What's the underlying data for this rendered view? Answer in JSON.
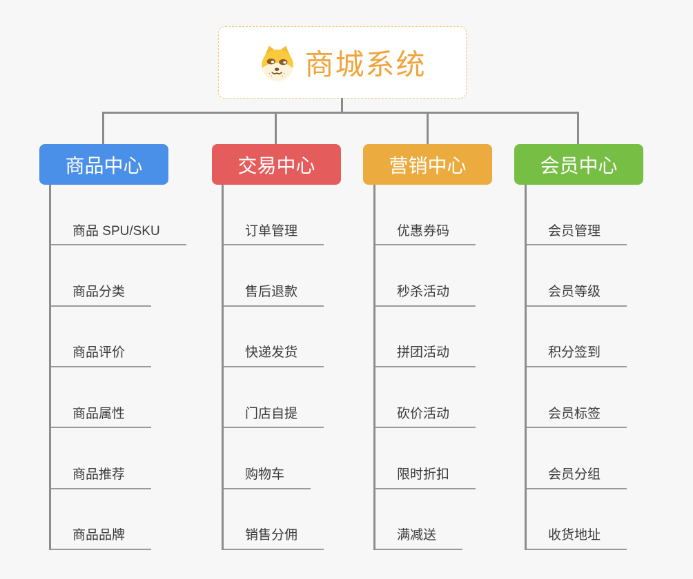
{
  "root": {
    "title": "商城系统",
    "icon": "dog-icon"
  },
  "branches": [
    {
      "label": "商品中心",
      "color": "#4a8fe8",
      "items": [
        "商品 SPU/SKU",
        "商品分类",
        "商品评价",
        "商品属性",
        "商品推荐",
        "商品品牌"
      ]
    },
    {
      "label": "交易中心",
      "color": "#e55c5c",
      "items": [
        "订单管理",
        "售后退款",
        "快递发货",
        "门店自提",
        "购物车",
        "销售分佣"
      ]
    },
    {
      "label": "营销中心",
      "color": "#ebab3f",
      "items": [
        "优惠券码",
        "秒杀活动",
        "拼团活动",
        "砍价活动",
        "限时折扣",
        "满减送"
      ]
    },
    {
      "label": "会员中心",
      "color": "#76be44",
      "items": [
        "会员管理",
        "会员等级",
        "积分签到",
        "会员标签",
        "会员分组",
        "收货地址"
      ]
    }
  ],
  "style_colors": {
    "background": "#f7f7f7",
    "connector": "#8c8c8c",
    "underline": "#9a9a9a",
    "root_text": "#f0a53c",
    "root_border": "#f2c879",
    "item_text": "#3a3a3a"
  }
}
